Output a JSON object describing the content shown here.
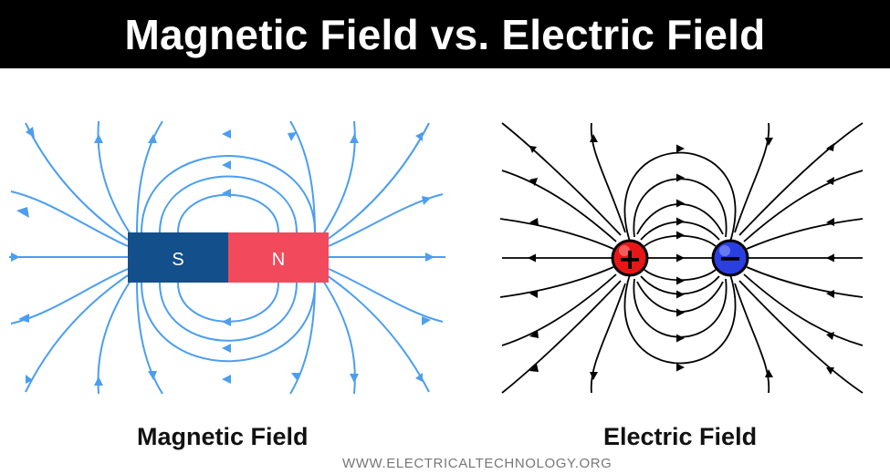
{
  "header": {
    "title": "Magnetic Field vs. Electric Field"
  },
  "colors": {
    "header_bg": "#000000",
    "header_text": "#ffffff",
    "magnet_south": "#134f8a",
    "magnet_north": "#f24a5c",
    "magnetic_lines": "#4b9ef0",
    "electric_lines": "#000000",
    "positive_charge": "#e81717",
    "negative_charge": "#2a3fe0"
  },
  "magnetic": {
    "caption": "Magnetic Field",
    "south_label": "S",
    "north_label": "N"
  },
  "electric": {
    "caption": "Electric Field",
    "positive_symbol": "+",
    "negative_symbol": "−"
  },
  "watermark": "WWW.ELECTRICALTECHNOLOGY.ORG"
}
